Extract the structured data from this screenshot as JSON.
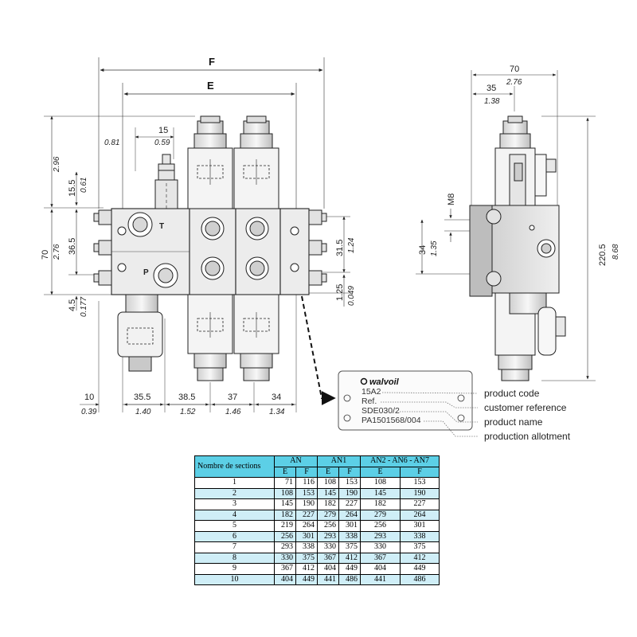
{
  "front_view": {
    "overall_labels": {
      "f": "F",
      "e": "E"
    },
    "top_dims": {
      "left_offset_in": "0.81",
      "pitch_mm": "15",
      "pitch_in": "0.59"
    },
    "left_dims": [
      {
        "mm": "15.5",
        "in": "0.61"
      },
      {
        "mm": "",
        "in": "2.96"
      },
      {
        "mm": "70",
        "in": "2.76"
      },
      {
        "mm": "36.5",
        "in": ""
      },
      {
        "mm": "4.5",
        "in": "0.177"
      }
    ],
    "right_dims": [
      {
        "mm": "31.5",
        "in": "1.24"
      },
      {
        "mm": "1.25",
        "in": "0.049"
      }
    ],
    "bottom_dims": [
      {
        "mm": "10",
        "in": "0.39"
      },
      {
        "mm": "35.5",
        "in": "1.40"
      },
      {
        "mm": "38.5",
        "in": "1.52"
      },
      {
        "mm": "37",
        "in": "1.46"
      },
      {
        "mm": "34",
        "in": "1.34"
      }
    ],
    "ports": {
      "tank": "T",
      "pressure": "P"
    }
  },
  "side_view": {
    "top_dims": [
      {
        "mm": "70",
        "in": "2.76"
      },
      {
        "mm": "35",
        "in": "1.38"
      }
    ],
    "thread": "M8",
    "left_dims": {
      "mm": "34",
      "in": "1.35"
    },
    "height_dim": {
      "mm": "220.5",
      "in": "8.68"
    }
  },
  "nameplate": {
    "brand": "walvoil",
    "lines": [
      "15A2",
      "Ref.",
      "SDE030/2",
      "PA1501568/004"
    ],
    "callouts": [
      "product code",
      "customer reference",
      "product name",
      "production allotment"
    ]
  },
  "table": {
    "row_header": "Nombre de sections",
    "groups": [
      "AN",
      "AN1",
      "AN2 - AN6 - AN7"
    ],
    "subheaders": [
      "E",
      "F"
    ],
    "rows": [
      {
        "n": "1",
        "an_e": "71",
        "an_f": "116",
        "an1_e": "108",
        "an1_f": "153",
        "an2_e": "108",
        "an2_f": "153"
      },
      {
        "n": "2",
        "an_e": "108",
        "an_f": "153",
        "an1_e": "145",
        "an1_f": "190",
        "an2_e": "145",
        "an2_f": "190"
      },
      {
        "n": "3",
        "an_e": "145",
        "an_f": "190",
        "an1_e": "182",
        "an1_f": "227",
        "an2_e": "182",
        "an2_f": "227"
      },
      {
        "n": "4",
        "an_e": "182",
        "an_f": "227",
        "an1_e": "279",
        "an1_f": "264",
        "an2_e": "279",
        "an2_f": "264"
      },
      {
        "n": "5",
        "an_e": "219",
        "an_f": "264",
        "an1_e": "256",
        "an1_f": "301",
        "an2_e": "256",
        "an2_f": "301"
      },
      {
        "n": "6",
        "an_e": "256",
        "an_f": "301",
        "an1_e": "293",
        "an1_f": "338",
        "an2_e": "293",
        "an2_f": "338"
      },
      {
        "n": "7",
        "an_e": "293",
        "an_f": "338",
        "an1_e": "330",
        "an1_f": "375",
        "an2_e": "330",
        "an2_f": "375"
      },
      {
        "n": "8",
        "an_e": "330",
        "an_f": "375",
        "an1_e": "367",
        "an1_f": "412",
        "an2_e": "367",
        "an2_f": "412"
      },
      {
        "n": "9",
        "an_e": "367",
        "an_f": "412",
        "an1_e": "404",
        "an1_f": "449",
        "an2_e": "404",
        "an2_f": "449"
      },
      {
        "n": "10",
        "an_e": "404",
        "an_f": "449",
        "an1_e": "441",
        "an1_f": "486",
        "an2_e": "441",
        "an2_f": "486"
      }
    ]
  }
}
